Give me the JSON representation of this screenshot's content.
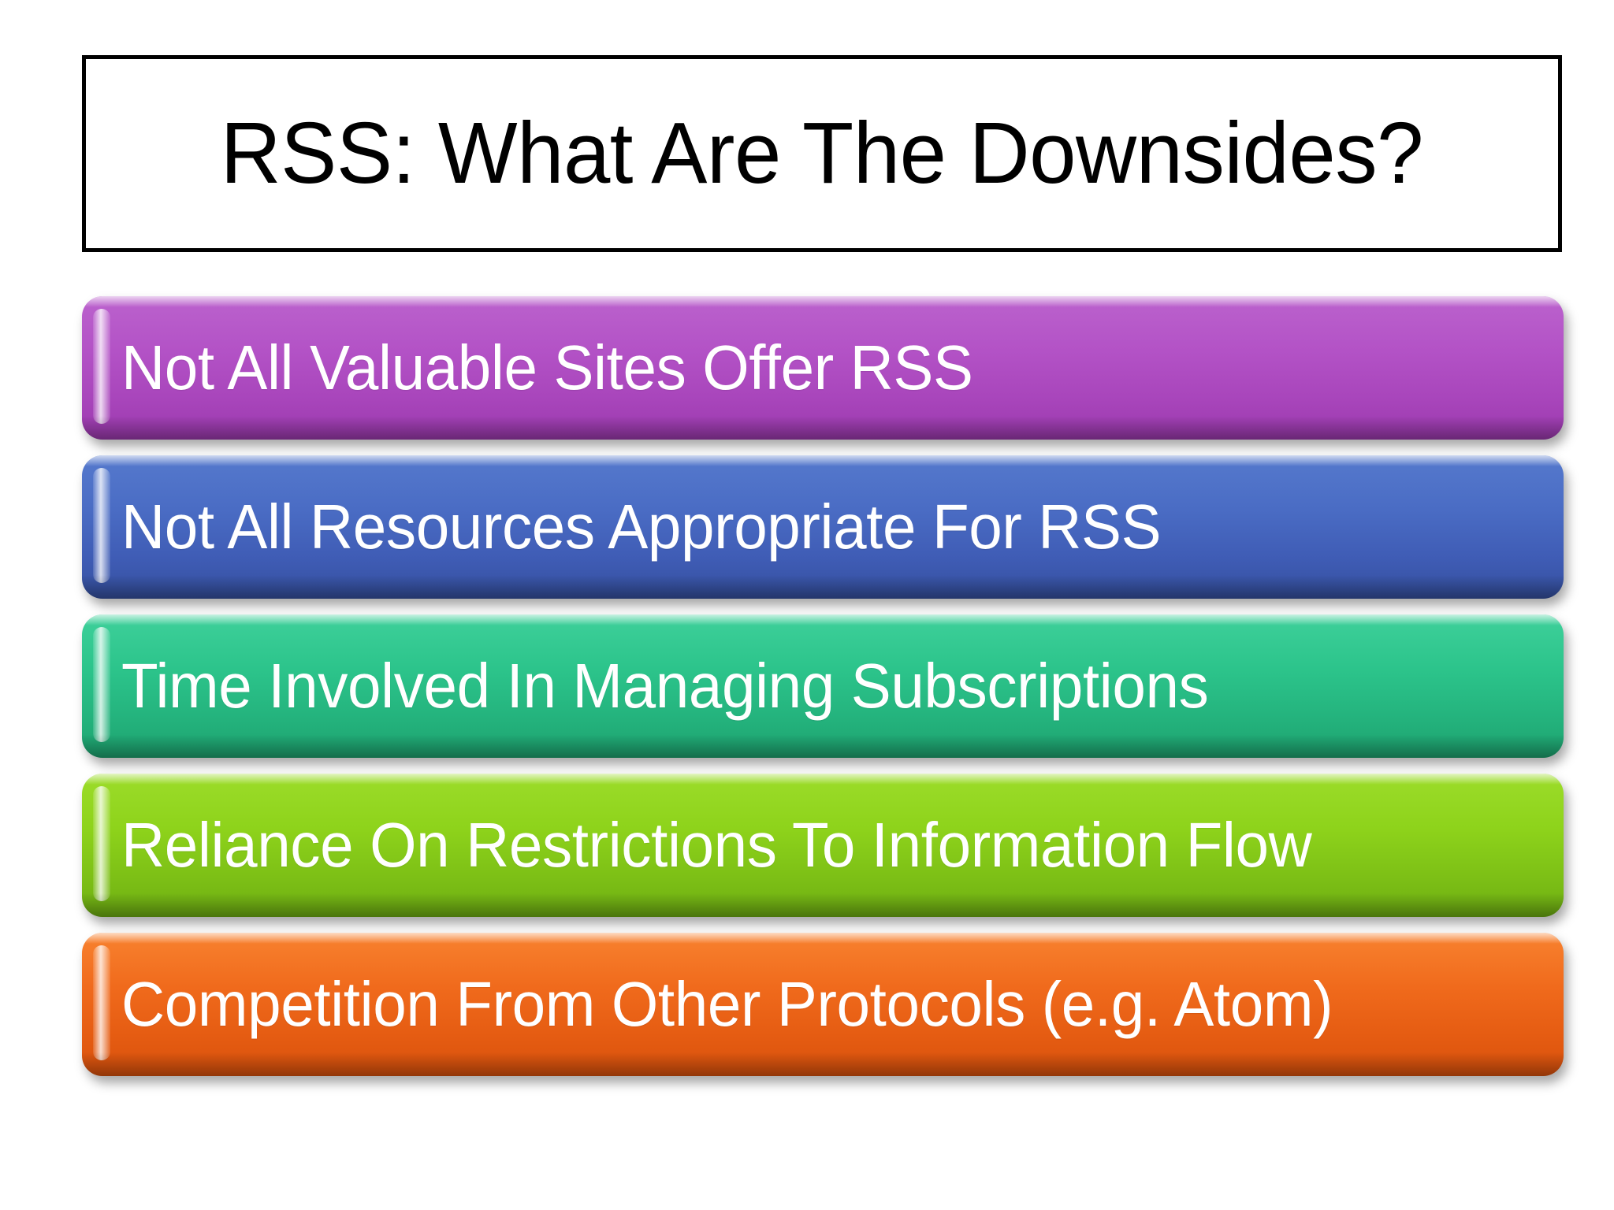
{
  "slide": {
    "title": "RSS: What Are The Downsides?",
    "background_color": "#ffffff",
    "title_border_color": "#000000",
    "title_text_color": "#000000"
  },
  "items": [
    {
      "label": "Not All Valuable Sites Offer RSS",
      "color": "#b352c6",
      "text_color": "#ffffff"
    },
    {
      "label": "Not All Resources Appropriate For RSS",
      "color": "#4a6cc4",
      "text_color": "#ffffff"
    },
    {
      "label": "Time Involved In Managing Subscriptions",
      "color": "#2cc48b",
      "text_color": "#ffffff"
    },
    {
      "label": "Reliance On Restrictions To Information Flow",
      "color": "#8ed31b",
      "text_color": "#ffffff"
    },
    {
      "label": "Competition From Other Protocols (e.g. Atom)",
      "color": "#f06a1c",
      "text_color": "#ffffff"
    }
  ]
}
